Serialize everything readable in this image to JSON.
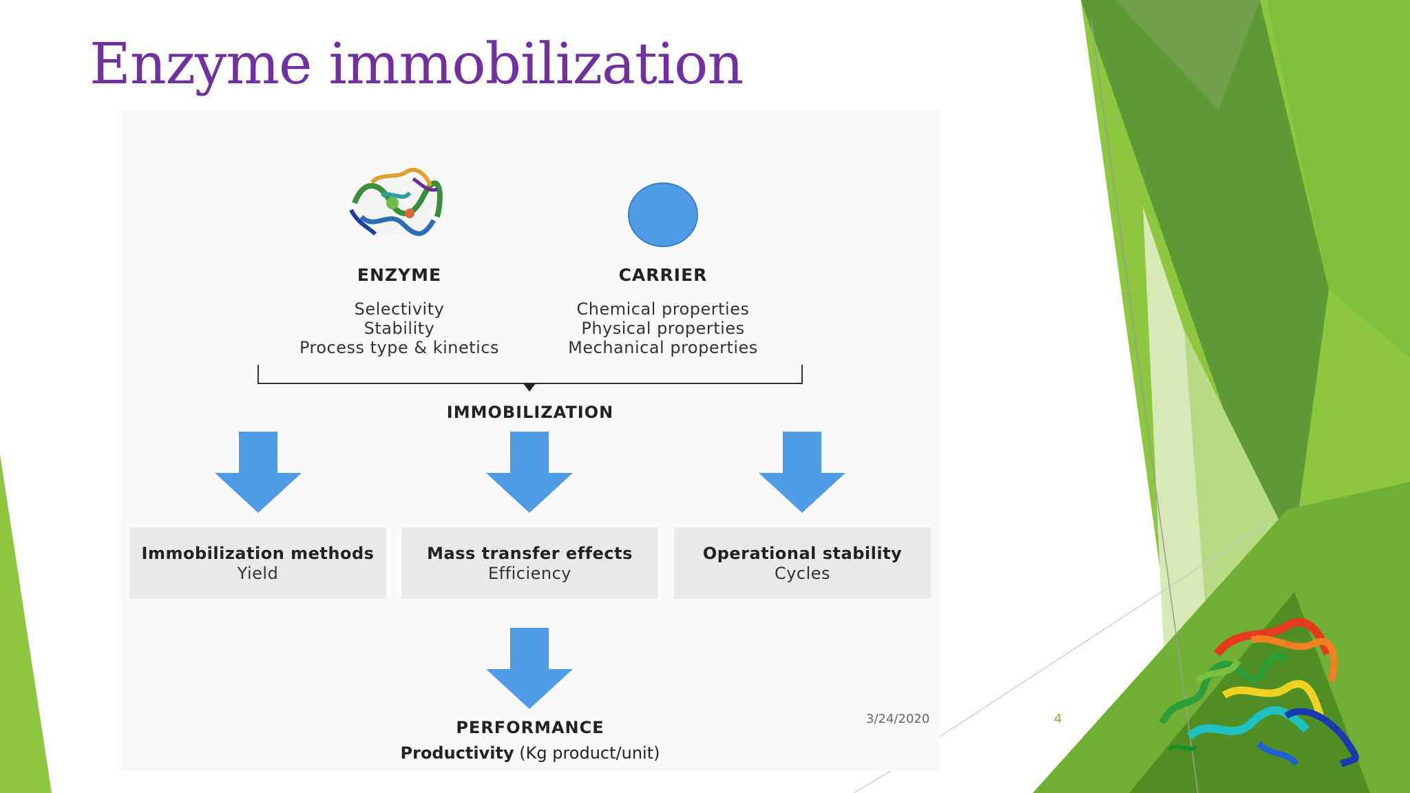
{
  "slide": {
    "title": "Enzyme immobilization",
    "date": "3/24/2020",
    "page_number": "4"
  },
  "diagram": {
    "enzyme": {
      "heading": "ENZYME",
      "properties": [
        "Selectivity",
        "Stability",
        "Process type & kinetics"
      ]
    },
    "carrier": {
      "heading": "CARRIER",
      "properties": [
        "Chemical properties",
        "Physical properties",
        "Mechanical properties"
      ]
    },
    "immobilization_label": "IMMOBILIZATION",
    "effects": [
      {
        "title": "Immobilization methods",
        "subtitle": "Yield"
      },
      {
        "title": "Mass transfer effects",
        "subtitle": "Efficiency"
      },
      {
        "title": "Operational stability",
        "subtitle": "Cycles"
      }
    ],
    "performance": {
      "heading": "PERFORMANCE",
      "metric": "Productivity",
      "unit": "(Kg product/unit)"
    }
  },
  "colors": {
    "title": "#7030a0",
    "arrow": "#4f9be6",
    "carrier_circle": "#4f9be6",
    "box": "#e7e9ea",
    "green_light": "#8dc63f",
    "green_dark": "#4a8c2a",
    "page_number": "#7ab32e"
  },
  "icons": {
    "enzyme": "protein-structure-icon",
    "carrier": "carrier-sphere-icon",
    "decoration": "protein-ribbon-icon"
  }
}
